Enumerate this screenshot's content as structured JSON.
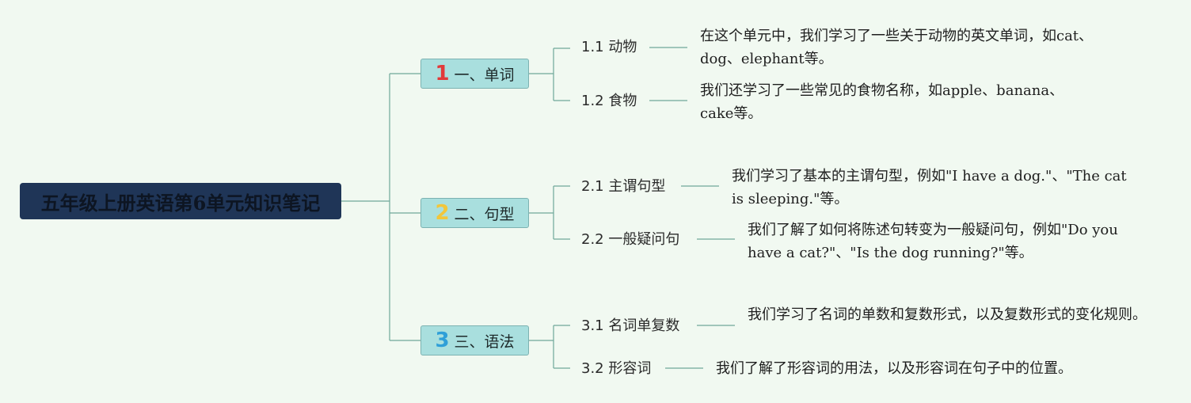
{
  "root": {
    "title": "五年级上册英语第6单元知识笔记"
  },
  "colors": {
    "background": "#f1f9f1",
    "root_fill": "#1f3557",
    "branch_fill": "#a9dfde",
    "connector": "#6fa89a"
  },
  "branches": [
    {
      "number": "1",
      "number_color": "#e23a3a",
      "label": "一、单词",
      "items": [
        {
          "label": "1.1 动物",
          "detail": "在这个单元中，我们学习了一些关于动物的英文单词，如cat、dog、elephant等。"
        },
        {
          "label": "1.2 食物",
          "detail": "我们还学习了一些常见的食物名称，如apple、banana、cake等。"
        }
      ]
    },
    {
      "number": "2",
      "number_color": "#f2c63b",
      "label": "二、句型",
      "items": [
        {
          "label": "2.1 主谓句型",
          "detail": "我们学习了基本的主谓句型，例如\"I have a dog.\"、\"The cat is sleeping.\"等。"
        },
        {
          "label": "2.2 一般疑问句",
          "detail": "我们了解了如何将陈述句转变为一般疑问句，例如\"Do you have a cat?\"、\"Is the dog running?\"等。"
        }
      ]
    },
    {
      "number": "3",
      "number_color": "#2f9fd8",
      "label": "三、语法",
      "items": [
        {
          "label": "3.1 名词单复数",
          "detail": "我们学习了名词的单数和复数形式，以及复数形式的变化规则。"
        },
        {
          "label": "3.2 形容词",
          "detail": "我们了解了形容词的用法，以及形容词在句子中的位置。"
        }
      ]
    }
  ]
}
